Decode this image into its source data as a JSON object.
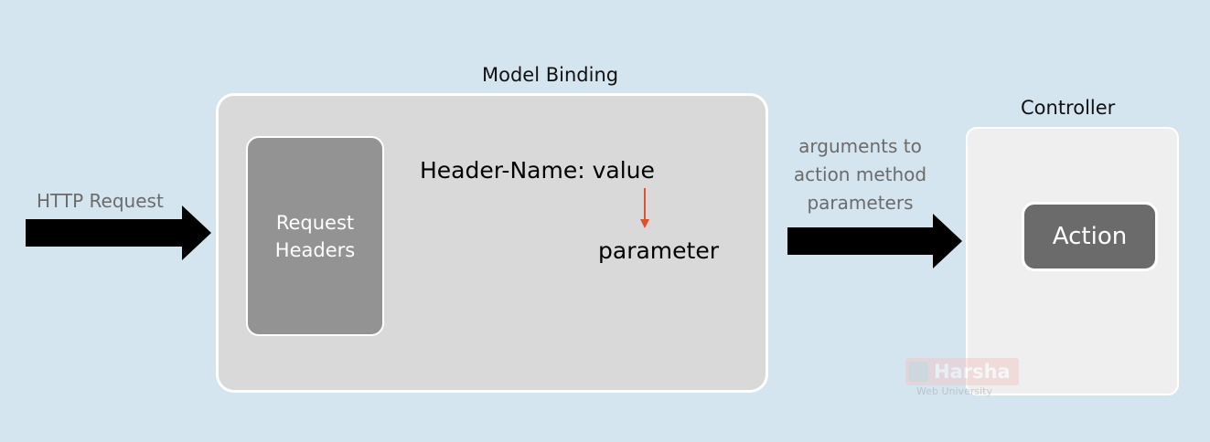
{
  "diagram": {
    "http_request_label": "HTTP Request",
    "model_binding_title": "Model Binding",
    "request_headers_line1": "Request",
    "request_headers_line2": "Headers",
    "header_expression": "Header-Name: value",
    "parameter_label": "parameter",
    "arguments_line1": "arguments to",
    "arguments_line2": "action method",
    "arguments_line3": "parameters",
    "controller_title": "Controller",
    "action_label": "Action"
  },
  "watermark": {
    "name": "Harsha",
    "subtitle": "Web University"
  },
  "colors": {
    "background": "#d5e5f0",
    "model_box": "#d9d9d9",
    "request_headers_box": "#939393",
    "controller_box": "#efefef",
    "action_box": "#6b6b6b",
    "arrow": "#000000",
    "binding_arrow": "#e0502a"
  }
}
